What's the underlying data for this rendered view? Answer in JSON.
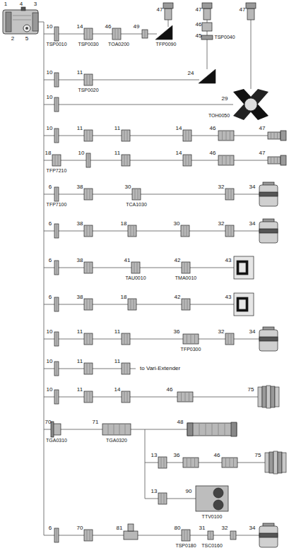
{
  "diagram": {
    "labels": [
      "1",
      "4",
      "3",
      "2",
      "5",
      "10",
      "TSP0010",
      "14",
      "TSP0030",
      "46",
      "TOA0200",
      "49",
      "TFP0090",
      "47",
      "47",
      "46",
      "45",
      "TSP0040",
      "47",
      "10",
      "11",
      "TSP0020",
      "24",
      "10",
      "29",
      "TOH0050",
      "10",
      "11",
      "11",
      "14",
      "46",
      "47",
      "18",
      "TFP7210",
      "10",
      "11",
      "14",
      "46",
      "47",
      "6",
      "TFP7100",
      "38",
      "30",
      "TCA1030",
      "32",
      "34",
      "6",
      "38",
      "18",
      "30",
      "32",
      "34",
      "6",
      "38",
      "41",
      "TAU0010",
      "42",
      "TMA0010",
      "43",
      "6",
      "38",
      "18",
      "42",
      "43",
      "10",
      "11",
      "11",
      "36",
      "TFP0300",
      "32",
      "34",
      "10",
      "11",
      "11",
      "to Vari-Extender",
      "10",
      "11",
      "14",
      "46",
      "75",
      "70",
      "TGA0310",
      "71",
      "TGA0320",
      "48",
      "13",
      "36",
      "46",
      "75",
      "13",
      "90",
      "TTV0100",
      "6",
      "70",
      "81",
      "80",
      "TSP0180",
      "31",
      "TSC0160",
      "32",
      "34"
    ]
  }
}
